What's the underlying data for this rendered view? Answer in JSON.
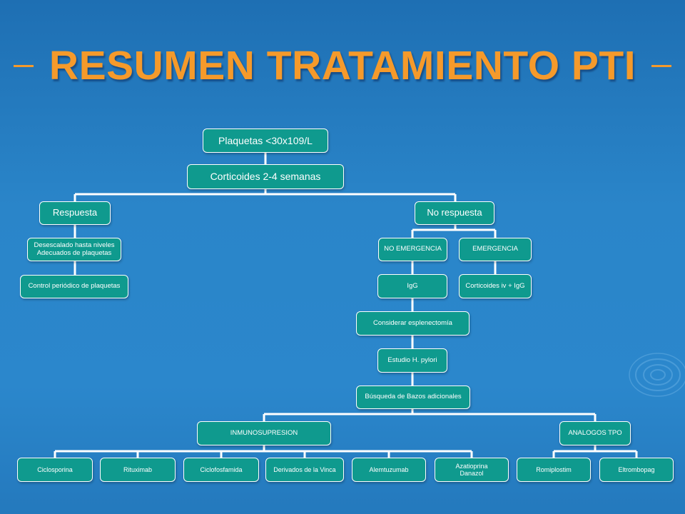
{
  "title": "RESUMEN TRATAMIENTO PTI",
  "colors": {
    "node_fill": "#0f9a8e",
    "title": "#f59a2b",
    "background": "#2a85c9"
  },
  "nodes": {
    "plaquetas": "Plaquetas <30x109/L",
    "corticoides": "Corticoides 2-4 semanas",
    "respuesta": "Respuesta",
    "no_respuesta": "No respuesta",
    "desescalado": "Desescalado hasta niveles\nAdecuados de plaquetas",
    "control": "Control periódico de plaquetas",
    "no_emergencia": "NO EMERGENCIA",
    "emergencia": "EMERGENCIA",
    "igg": "IgG",
    "corticoides_iv": "Corticoides iv + IgG",
    "esplenectomia": "Considerar esplenectomía",
    "pylori": "Estudio H. pylori",
    "bazos": "Búsqueda de Bazos adicionales",
    "inmunosupresion": "INMUNOSUPRESION",
    "analogos": "ANALOGOS TPO",
    "ciclosporina": "Ciclosporina",
    "rituximab": "Rituximab",
    "ciclofosfamida": "Ciclofosfamida",
    "vinca": "Derivados de la Vinca",
    "alemtuzumab": "Alemtuzumab",
    "azatioprina": "Azatioprina\nDanazol",
    "romiplostim": "Romiplostim",
    "eltrombopag": "Eltrombopag"
  }
}
